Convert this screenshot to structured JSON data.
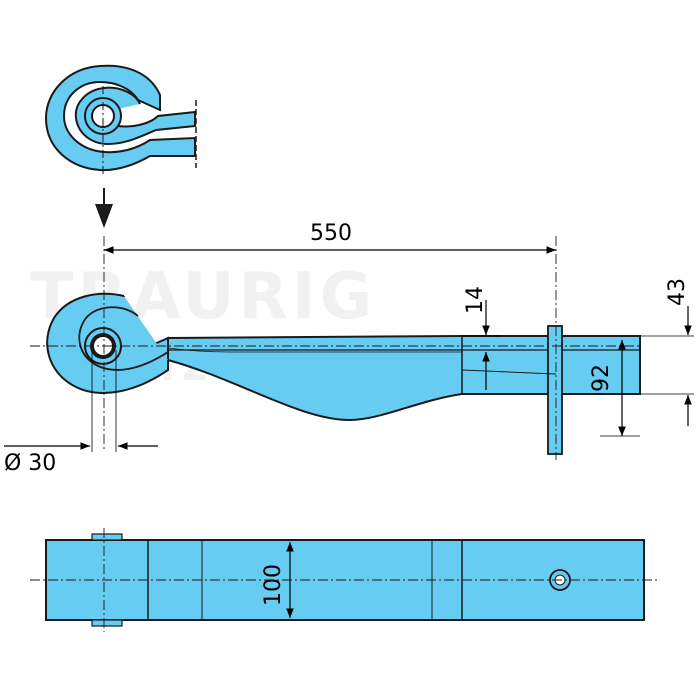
{
  "diagram": {
    "colors": {
      "part_fill": "#66ccf2",
      "outline": "#1a1a1a",
      "dim_line": "#000000",
      "watermark": "#f1f1f1",
      "background": "#ffffff"
    },
    "watermark": {
      "line1": "TRAURIG",
      "line2": "fahrzeugtechnik"
    },
    "dimensions": {
      "length": "550",
      "leaf_thickness": "14",
      "top_offset": "43",
      "spring_height": "92",
      "eye_diameter": "Ø 30",
      "width": "100"
    },
    "icons": {
      "view_arrow": "arrow-down-icon"
    }
  }
}
